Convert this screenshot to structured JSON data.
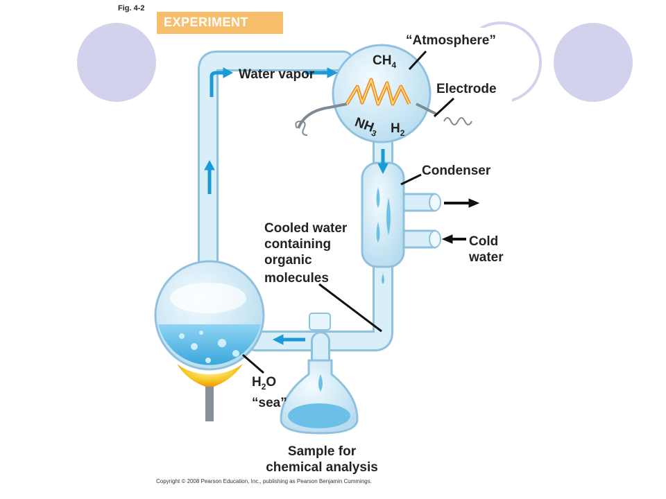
{
  "figure_label": "Fig. 4-2",
  "header_banner": "EXPERIMENT",
  "labels": {
    "atmosphere": "“Atmosphere”",
    "ch4": "CH",
    "ch4_sub": "4",
    "water_vapor": "Water vapor",
    "electrode": "Electrode",
    "nh3": "NH",
    "nh3_sub": "3",
    "h2": "H",
    "h2_sub": "2",
    "condenser": "Condenser",
    "cooled_water": "Cooled water containing organic molecules",
    "cooled_line1": "Cooled water",
    "cooled_line2": "containing",
    "cooled_line3": "organic",
    "cooled_line4": "molecules",
    "cold_water_line1": "Cold",
    "cold_water_line2": "water",
    "h2o": "H",
    "h2o_sub": "2",
    "h2o_tail": "O",
    "sea": "“sea”",
    "sample_line1": "Sample for",
    "sample_line2": "chemical analysis"
  },
  "copyright": "Copyright © 2008 Pearson Education, Inc., publishing as Pearson Benjamin Cummings.",
  "colors": {
    "banner": "#f7bf6b",
    "decor_circle": "#d3d2ec",
    "glass": "#c8e4f3",
    "glass_edge": "#8fc1de",
    "water": "#6cc0e8",
    "arrow": "#1a9ad6",
    "flame": "#f6a21a"
  }
}
